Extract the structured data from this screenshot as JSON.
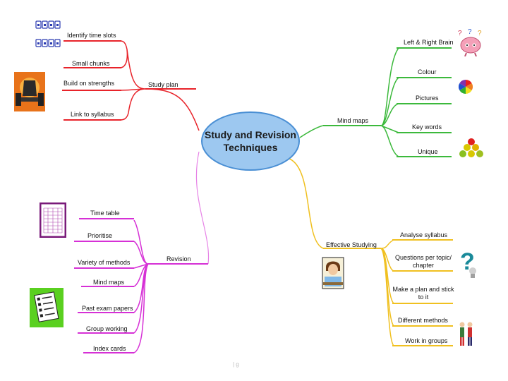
{
  "center": {
    "line1": "Study and Revision",
    "line2": "Techniques"
  },
  "branches": {
    "study_plan": {
      "title": "Study  plan",
      "color": "#e8232a",
      "items": [
        "Identify time slots",
        "Small chunks",
        "Build on strengths",
        "Link to syllabus"
      ]
    },
    "revision": {
      "title": "Revision",
      "color": "#d630d6",
      "items": [
        "Time table",
        "Prioritise",
        "Variety of methods",
        "Mind maps",
        "Past exam papers",
        "Group working",
        "Index cards"
      ]
    },
    "mind_maps": {
      "title": "Mind maps",
      "color": "#3cb93c",
      "items": [
        "Left & Right Brain",
        "Colour",
        "Pictures",
        "Key words",
        "Unique"
      ]
    },
    "effective_studying": {
      "title": "Effective Studying",
      "color": "#f0c020",
      "items": [
        "Analyse syllabus",
        "Questions per topic/",
        "chapter",
        "Make a plan and stick",
        "to it",
        "Different methods",
        "Work in groups"
      ]
    }
  },
  "footer_text": "|              g",
  "icons": [
    "calendar-blocks-icon",
    "fist-dumbbell-icon",
    "brain-icon",
    "colour-wheel-icon",
    "balls-pyramid-icon",
    "timetable-icon",
    "checklist-icon",
    "student-icon",
    "question-mark-icon",
    "people-icon"
  ]
}
